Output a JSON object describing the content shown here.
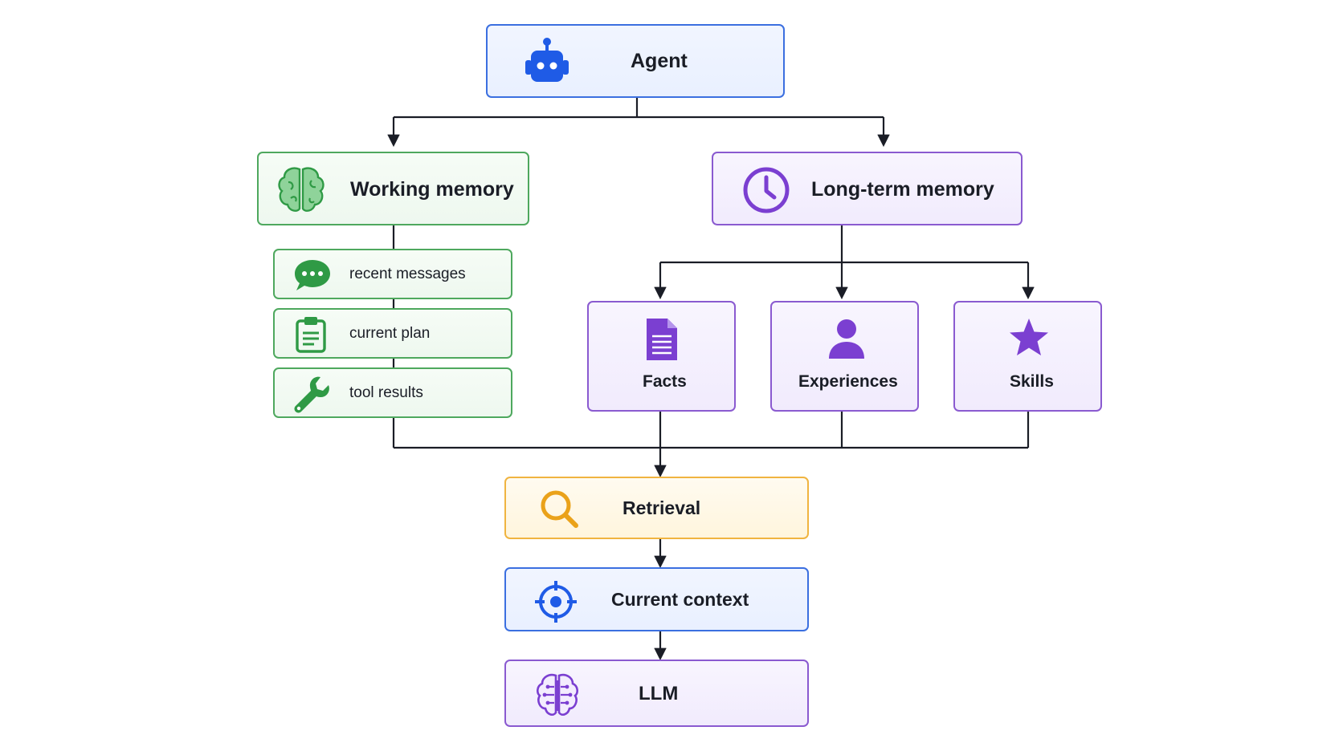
{
  "nodes": {
    "agent": {
      "label": "Agent",
      "icon": "robot-icon"
    },
    "working_memory": {
      "label": "Working memory",
      "icon": "brain-icon",
      "items": [
        {
          "label": "recent messages",
          "icon": "chat-bubble-icon"
        },
        {
          "label": "current plan",
          "icon": "clipboard-icon"
        },
        {
          "label": "tool results",
          "icon": "wrench-icon"
        }
      ]
    },
    "long_term_memory": {
      "label": "Long-term memory",
      "icon": "clock-icon",
      "items": [
        {
          "label": "Facts",
          "icon": "document-icon"
        },
        {
          "label": "Experiences",
          "icon": "person-icon"
        },
        {
          "label": "Skills",
          "icon": "star-icon"
        }
      ]
    },
    "retrieval": {
      "label": "Retrieval",
      "icon": "search-icon"
    },
    "current_context": {
      "label": "Current context",
      "icon": "crosshair-icon"
    },
    "llm": {
      "label": "LLM",
      "icon": "brain-circuit-icon"
    }
  },
  "colors": {
    "blue": "#1f5be6",
    "green": "#2f9a45",
    "purple": "#7b3fd1",
    "amber": "#eaa21a",
    "connector": "#1a1d26"
  }
}
